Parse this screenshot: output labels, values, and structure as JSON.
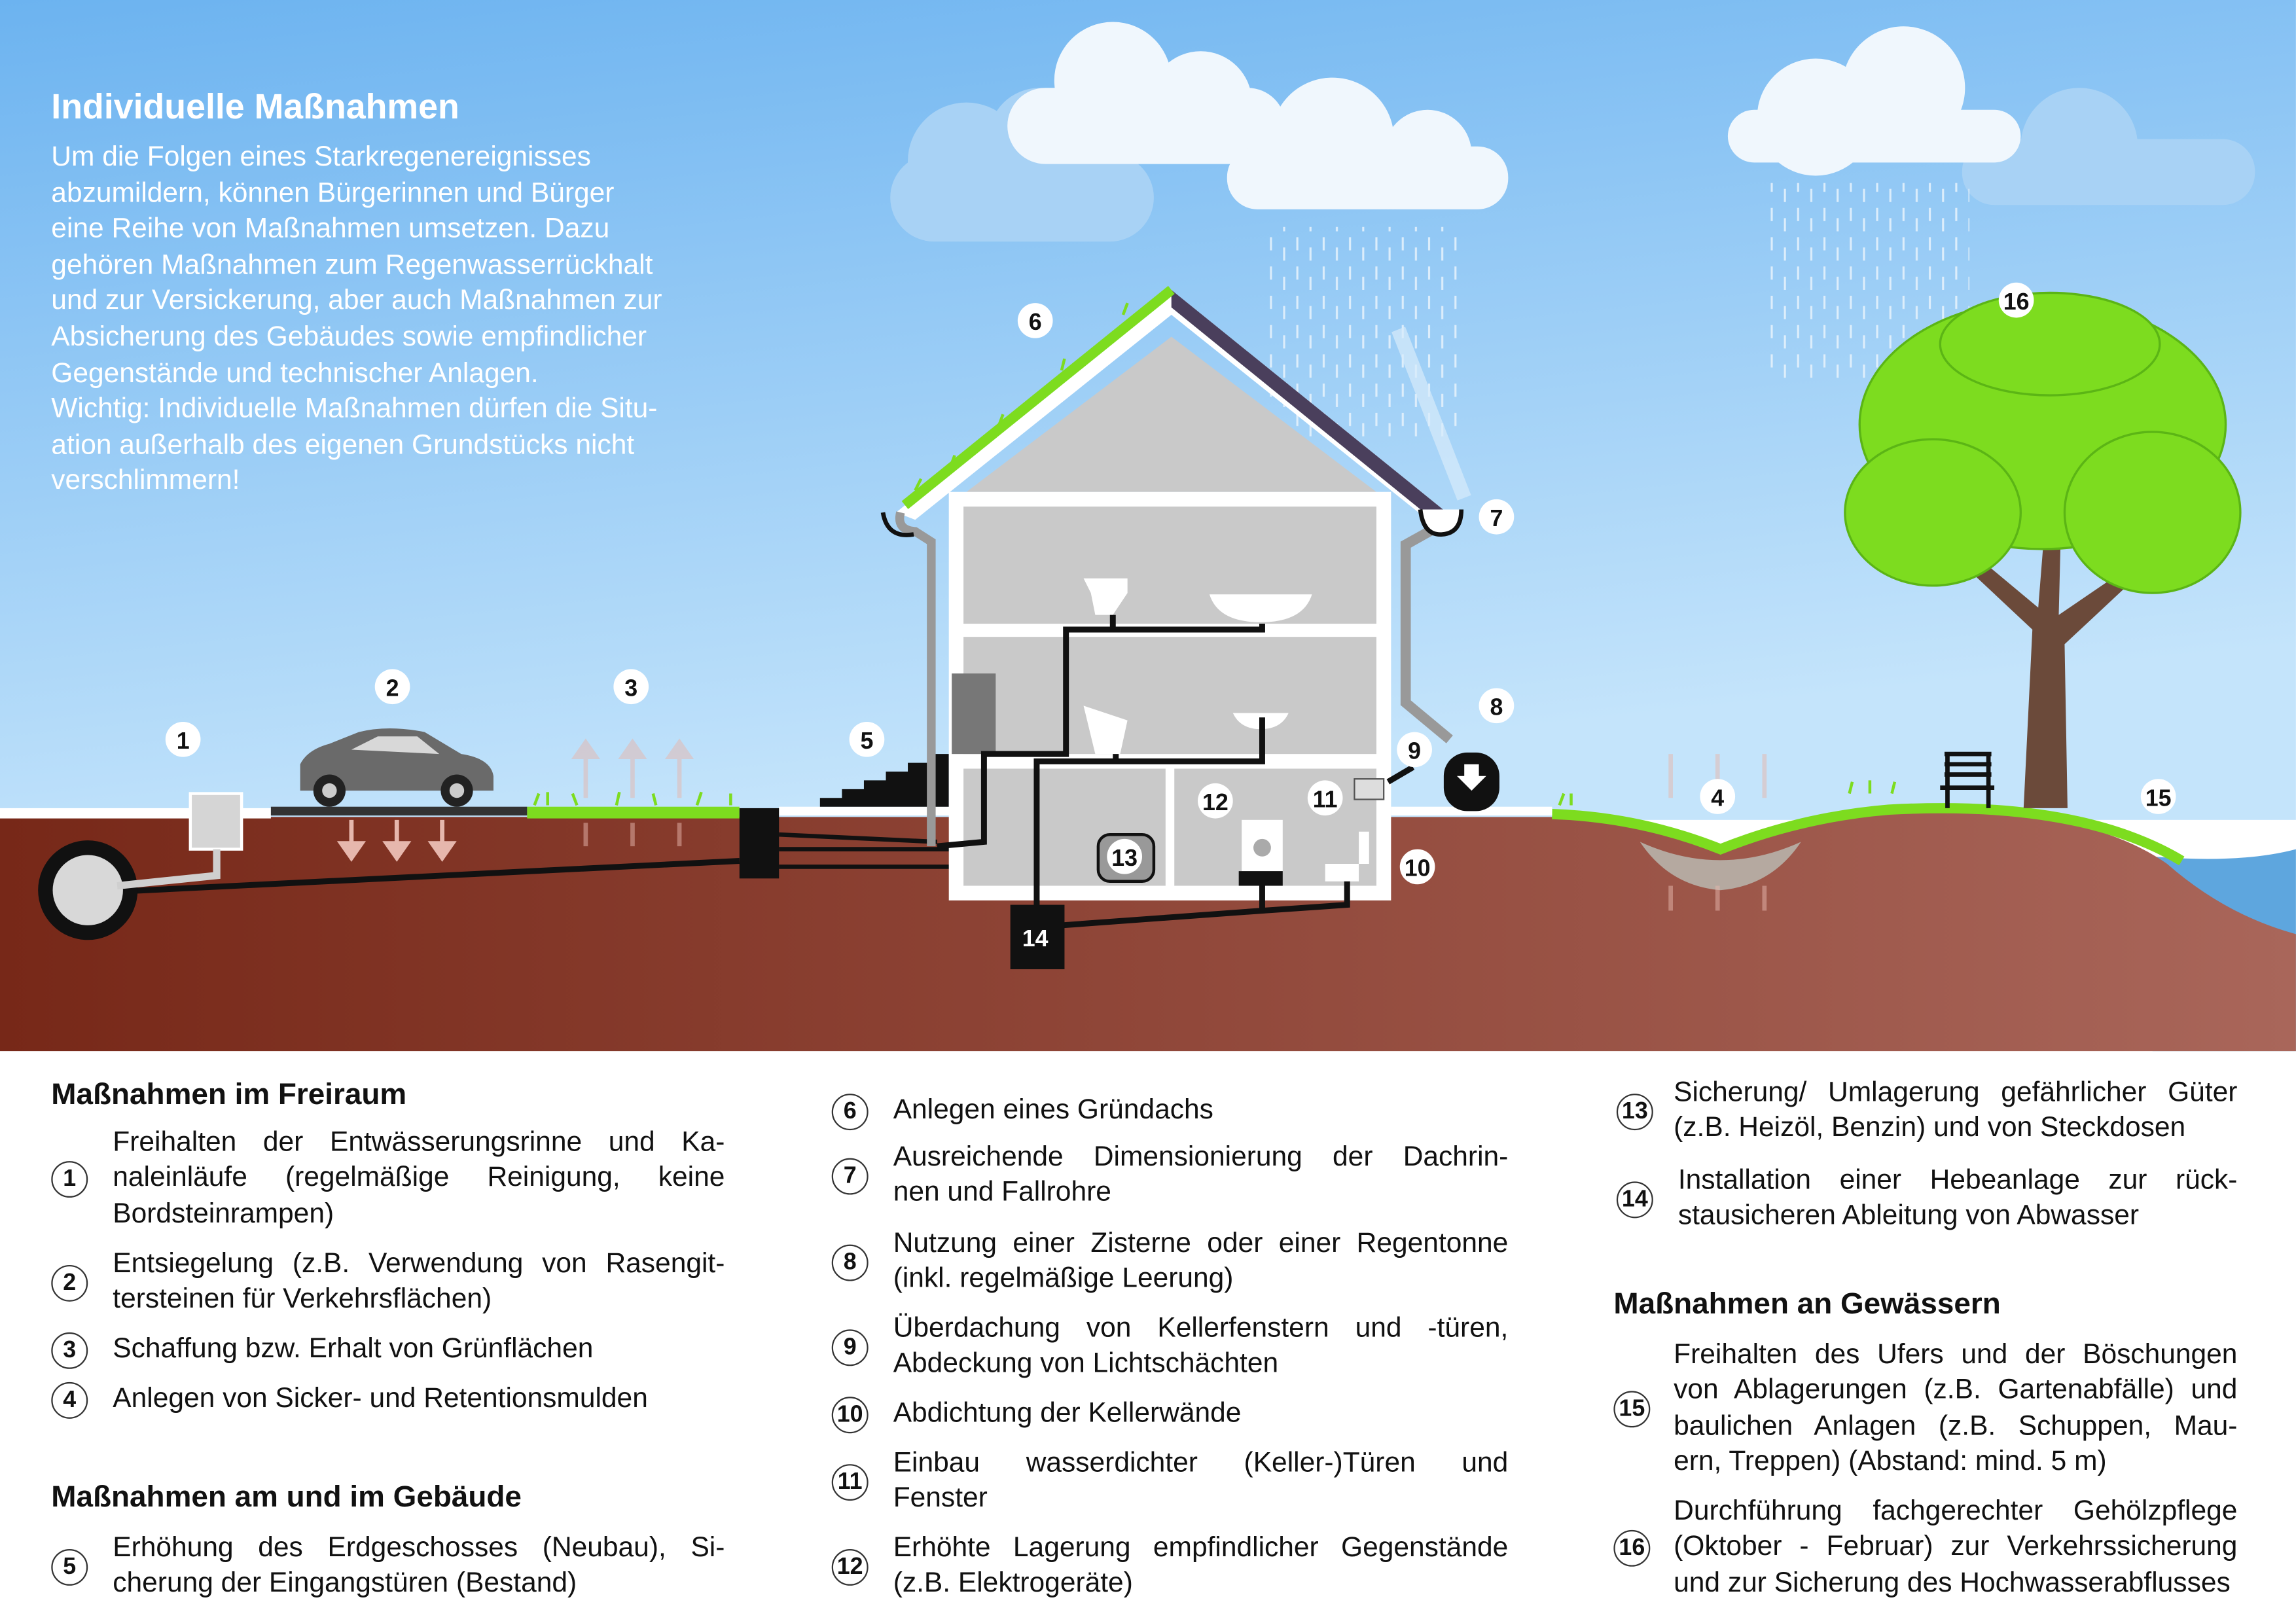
{
  "intro": {
    "title": "Individuelle Maßnahmen",
    "lines": [
      "Um die Folgen eines Starkregenereignisses",
      "abzumildern, können Bürgerinnen und Bürger",
      "eine Reihe von Maßnahmen umsetzen. Dazu",
      "gehören Maßnahmen zum Regenwasserrückhalt",
      "und zur Versickerung, aber auch Maßnahmen zur",
      "Absicherung des Gebäudes sowie empfindlicher",
      "Gegenstände und technischer Anlagen.",
      "Wichtig: Individuelle Maßnahmen dürfen die Situ-",
      "ation außerhalb des eigenen Grundstücks nicht",
      "verschlimmern!"
    ]
  },
  "markers": [
    "1",
    "2",
    "3",
    "4",
    "5",
    "6",
    "7",
    "8",
    "9",
    "10",
    "11",
    "12",
    "13",
    "14",
    "15",
    "16"
  ],
  "colors": {
    "sky_top": "#6cb3f0",
    "sky_bottom": "#c4e4fb",
    "ground_left": "#772818",
    "ground_right": "#a9665a",
    "green": "#7ddc1f",
    "water": "#5ea6de"
  },
  "legend": {
    "headings": [
      "Maßnahmen im Freiraum",
      "Maßnahmen am und im Gebäude",
      "Maßnahmen an Gewässern"
    ],
    "items": [
      {
        "num": "1",
        "lines": [
          "Freihalten der Entwässerungsrinne und Ka-",
          "naleinläufe (regelmäßige Reinigung, keine",
          "Bordsteinrampen)"
        ]
      },
      {
        "num": "2",
        "lines": [
          "Entsiegelung (z.B. Verwendung von Rasengit-",
          "tersteinen für Verkehrsflächen)"
        ]
      },
      {
        "num": "3",
        "lines": [
          "Schaffung bzw. Erhalt von Grünflächen"
        ]
      },
      {
        "num": "4",
        "lines": [
          "Anlegen von Sicker- und Retentionsmulden"
        ]
      },
      {
        "num": "5",
        "lines": [
          "Erhöhung des Erdgeschosses (Neubau), Si-",
          "cherung der Eingangstüren (Bestand)"
        ]
      },
      {
        "num": "6",
        "lines": [
          "Anlegen eines Gründachs"
        ]
      },
      {
        "num": "7",
        "lines": [
          "Ausreichende Dimensionierung der Dachrin-",
          "nen und Fallrohre"
        ]
      },
      {
        "num": "8",
        "lines": [
          "Nutzung einer Zisterne oder einer Regentonne",
          "(inkl. regelmäßige Leerung)"
        ]
      },
      {
        "num": "9",
        "lines": [
          "Überdachung von Kellerfenstern und -türen,",
          "Abdeckung von Lichtschächten"
        ]
      },
      {
        "num": "10",
        "lines": [
          "Abdichtung der Kellerwände"
        ]
      },
      {
        "num": "11",
        "lines": [
          "Einbau wasserdichter (Keller-)Türen und",
          "Fenster"
        ]
      },
      {
        "num": "12",
        "lines": [
          "Erhöhte Lagerung empfindlicher Gegenstände",
          "(z.B. Elektrogeräte)"
        ]
      },
      {
        "num": "13",
        "lines": [
          "Sicherung/ Umlagerung gefährlicher Güter",
          "(z.B. Heizöl, Benzin) und von Steckdosen"
        ]
      },
      {
        "num": "14",
        "lines": [
          "Installation einer Hebeanlage zur rück-",
          "stausicheren Ableitung von Abwasser"
        ]
      },
      {
        "num": "15",
        "lines": [
          "Freihalten des Ufers und der Böschungen",
          "von Ablagerungen (z.B. Gartenabfälle) und",
          "baulichen Anlagen (z.B. Schuppen, Mau-",
          "ern, Treppen) (Abstand: mind. 5 m)"
        ]
      },
      {
        "num": "16",
        "lines": [
          "Durchführung fachgerechter Gehölzpflege",
          "(Oktober - Februar) zur Verkehrssicherung",
          "und zur Sicherung des Hochwasserabflusses"
        ]
      }
    ]
  }
}
